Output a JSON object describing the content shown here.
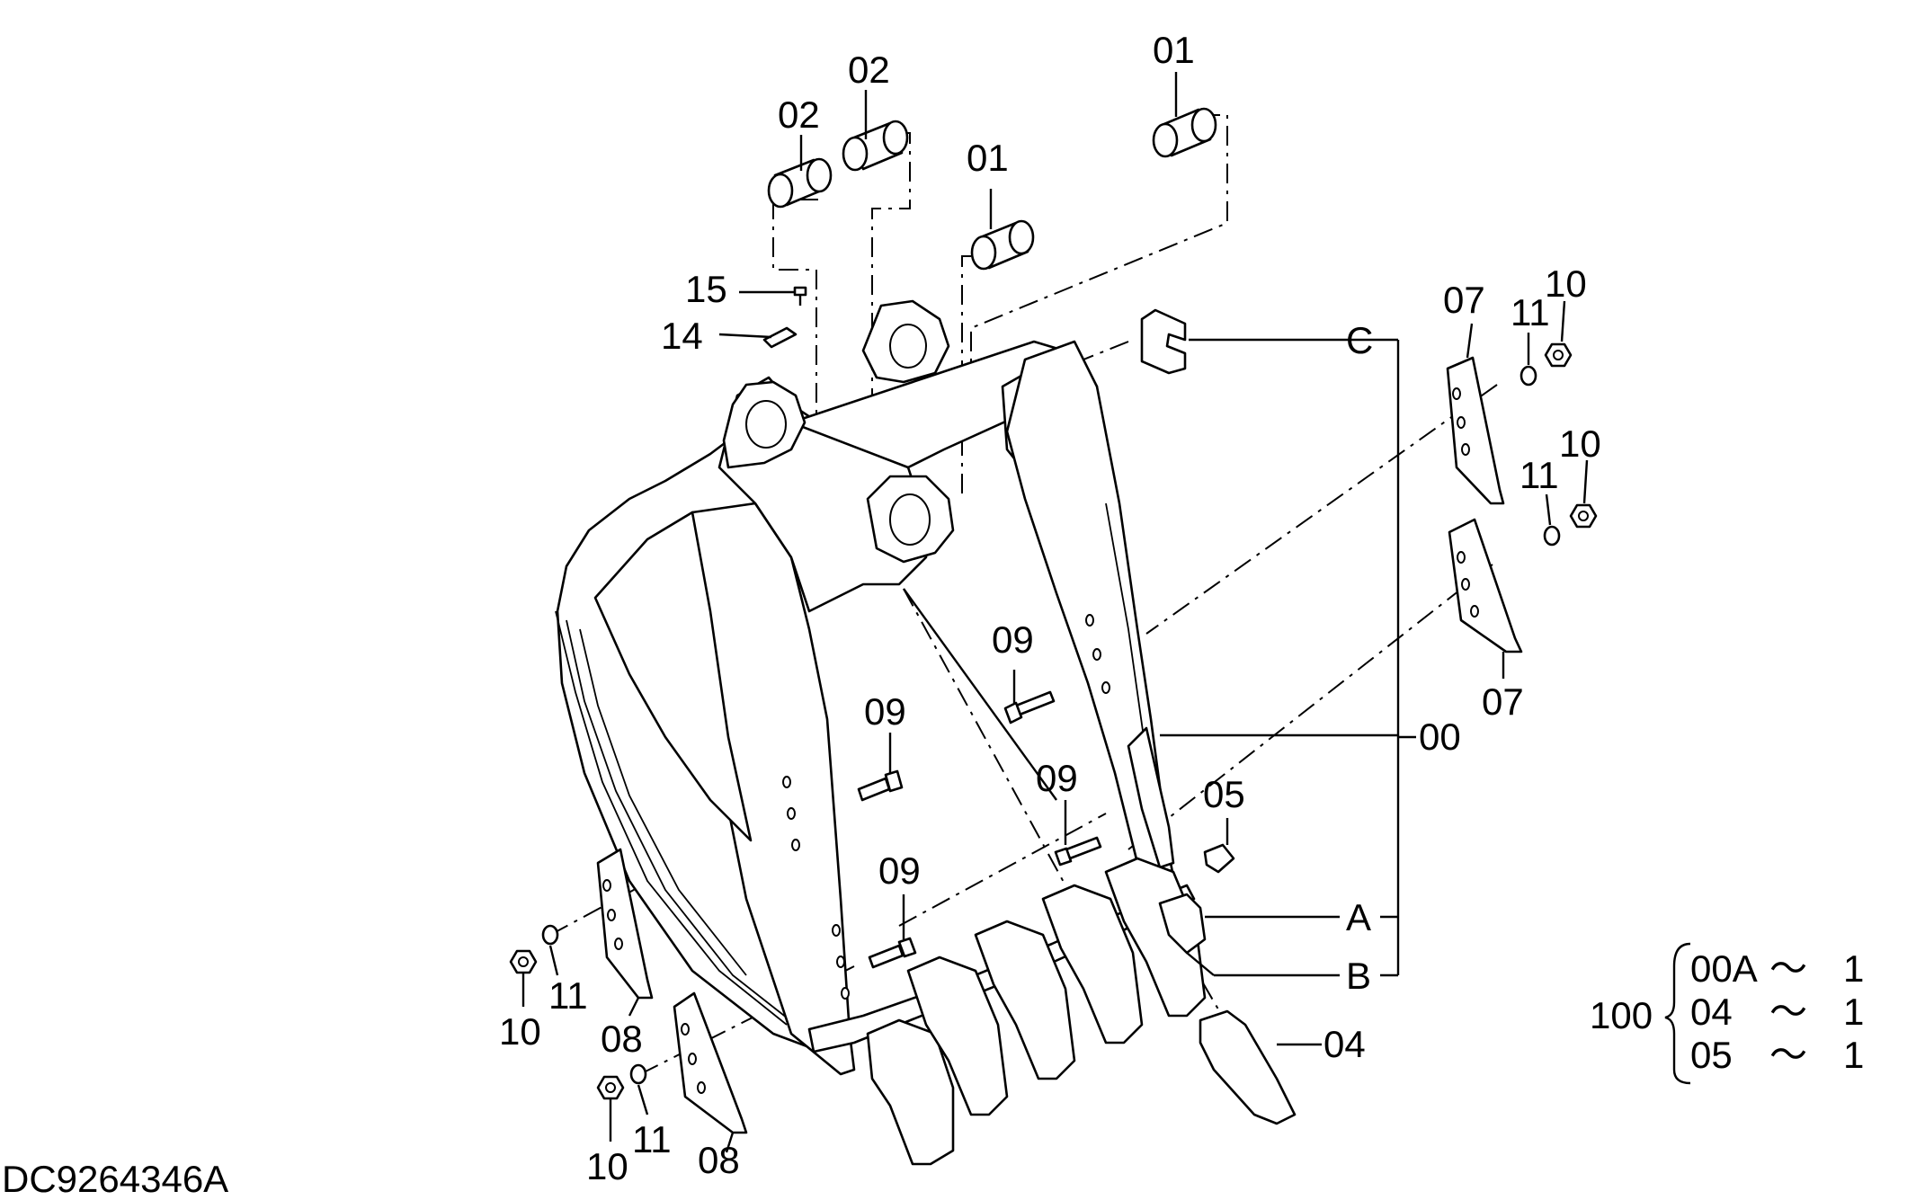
{
  "drawing_id": "DC9264346A",
  "callouts": {
    "c01a": "01",
    "c01b": "01",
    "c02a": "02",
    "c02b": "02",
    "c15": "15",
    "c14": "14",
    "c07a": "07",
    "c07b": "07",
    "c11a": "11",
    "c11b": "11",
    "c11c": "11",
    "c11d": "11",
    "c10a": "10",
    "c10b": "10",
    "c10c": "10",
    "c10d": "10",
    "c09a": "09",
    "c09b": "09",
    "c09c": "09",
    "c09d": "09",
    "c00": "00",
    "c05": "05",
    "c04": "04",
    "c08a": "08",
    "c08b": "08",
    "cA": "A",
    "cB": "B",
    "cC": "C"
  },
  "kit": {
    "label": "100",
    "items": [
      {
        "code": "00A",
        "sym": "～",
        "qty": "1"
      },
      {
        "code": "04",
        "sym": "～",
        "qty": "1"
      },
      {
        "code": "05",
        "sym": "～",
        "qty": "1"
      }
    ]
  }
}
